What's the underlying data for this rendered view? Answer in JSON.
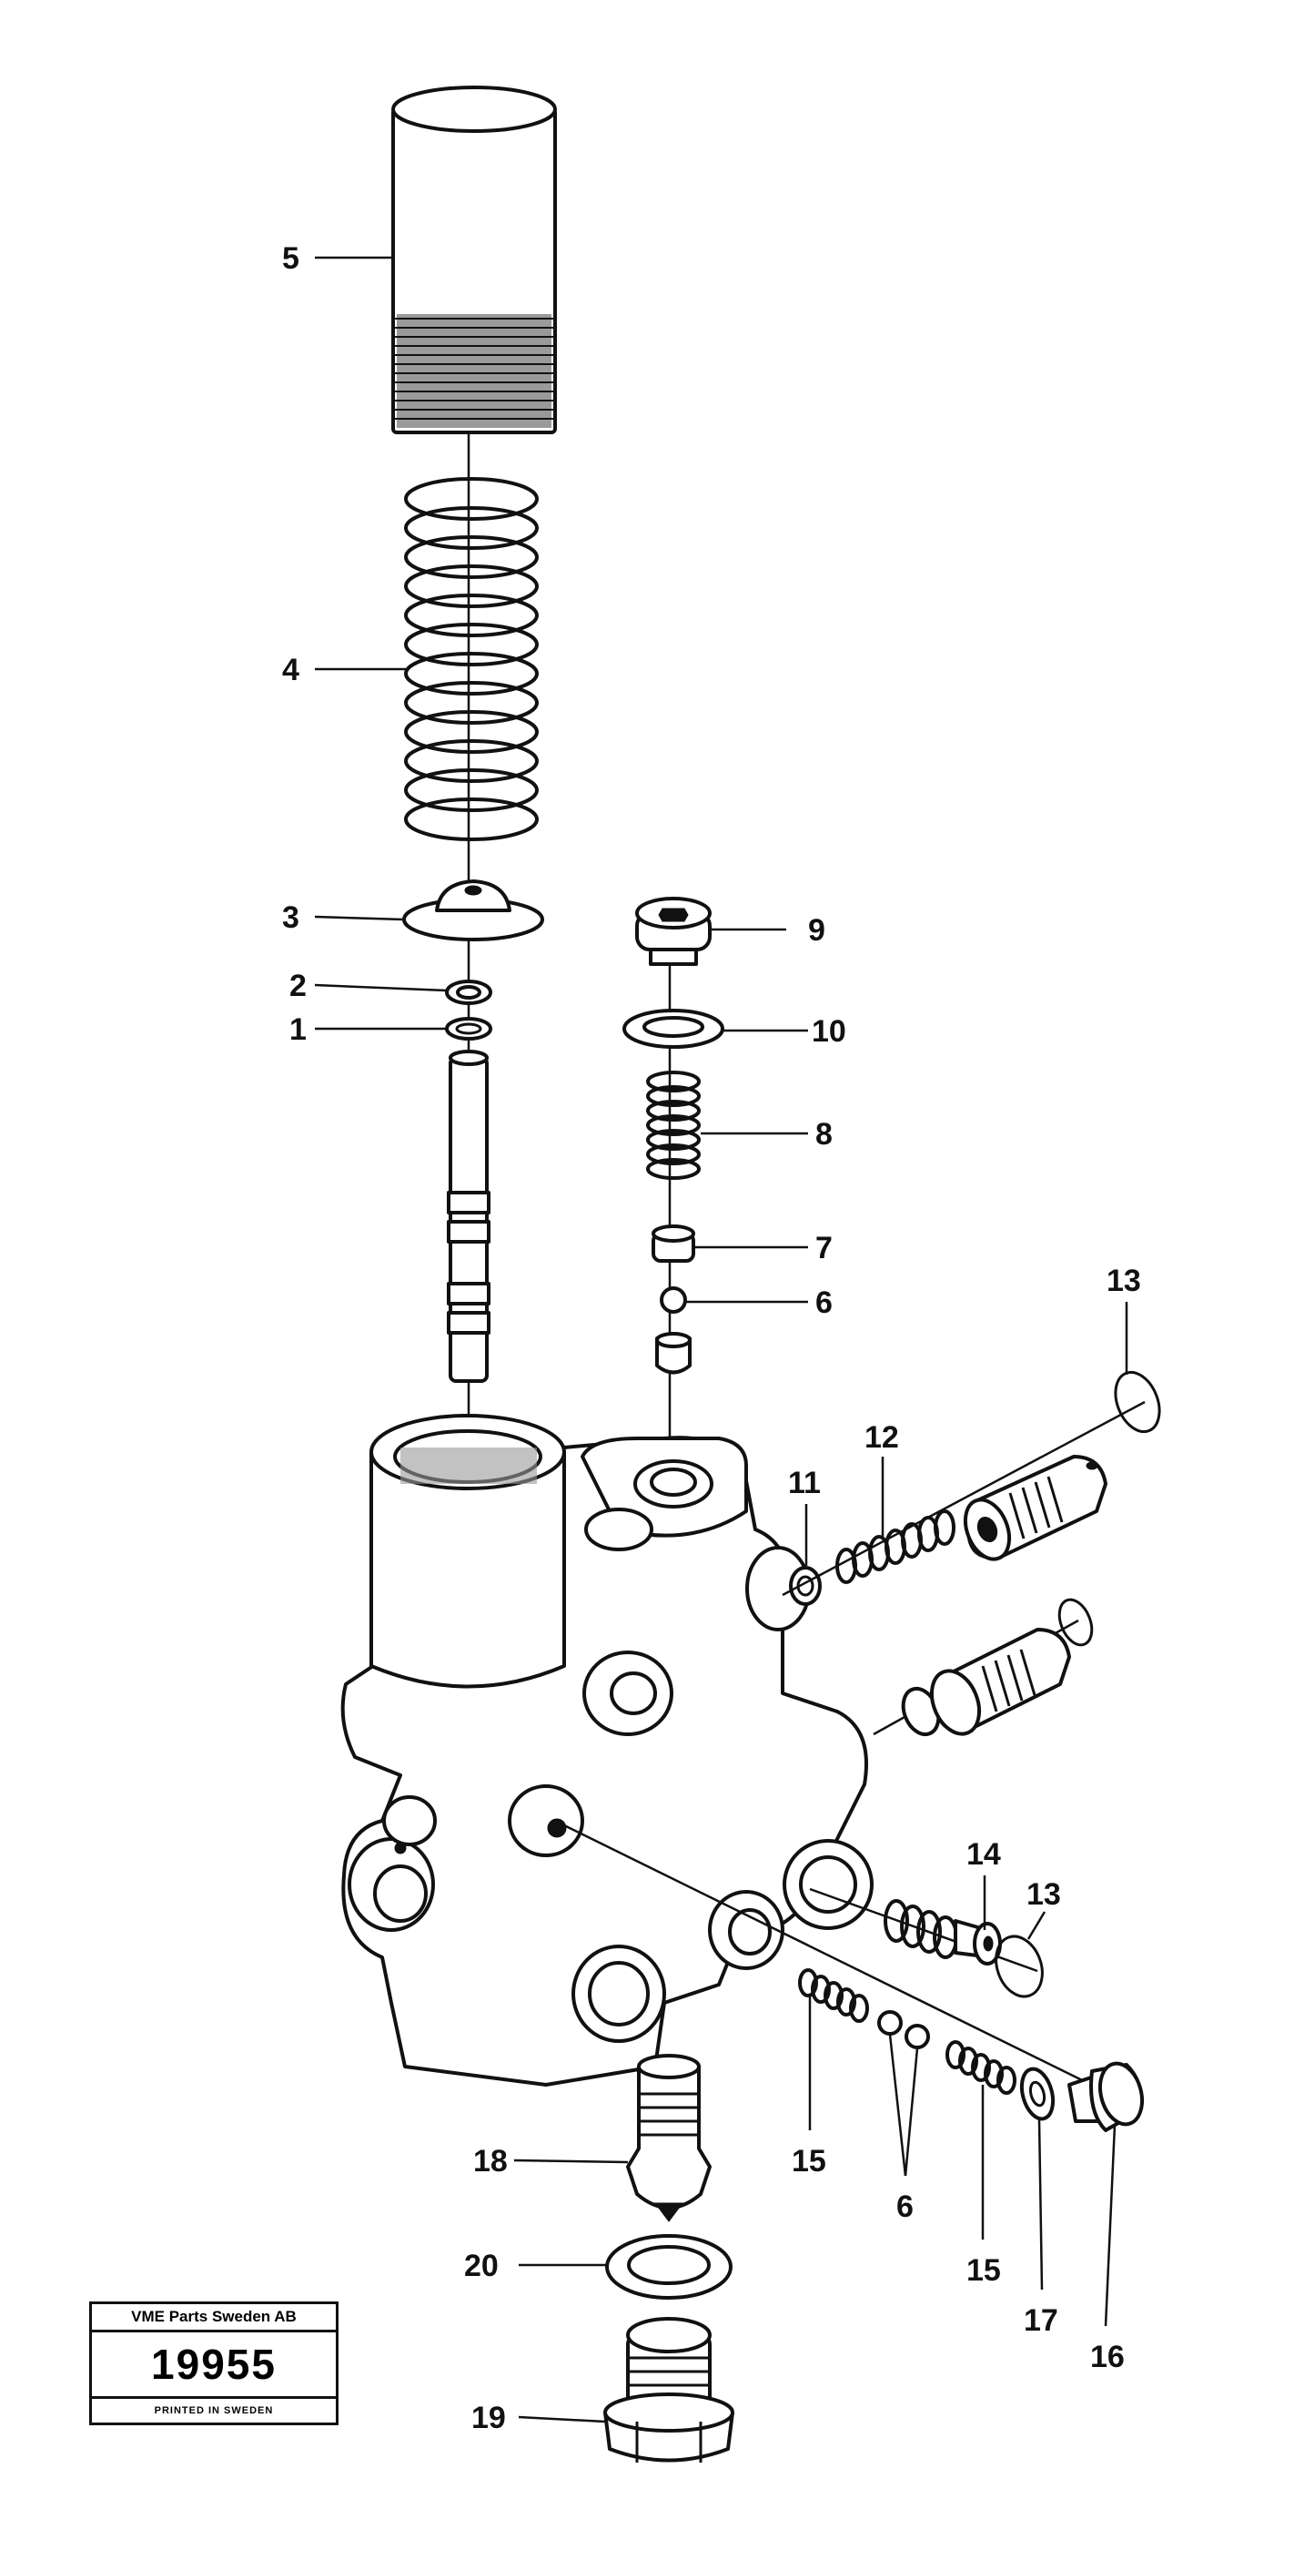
{
  "diagram": {
    "callouts": [
      {
        "id": "callout-5",
        "text": "5"
      },
      {
        "id": "callout-4",
        "text": "4"
      },
      {
        "id": "callout-3",
        "text": "3"
      },
      {
        "id": "callout-2",
        "text": "2"
      },
      {
        "id": "callout-1",
        "text": "1"
      },
      {
        "id": "callout-9",
        "text": "9"
      },
      {
        "id": "callout-10",
        "text": "10"
      },
      {
        "id": "callout-8",
        "text": "8"
      },
      {
        "id": "callout-7",
        "text": "7"
      },
      {
        "id": "callout-6-upper",
        "text": "6"
      },
      {
        "id": "callout-13-upper",
        "text": "13"
      },
      {
        "id": "callout-12",
        "text": "12"
      },
      {
        "id": "callout-11",
        "text": "11"
      },
      {
        "id": "callout-14",
        "text": "14"
      },
      {
        "id": "callout-13-lower",
        "text": "13"
      },
      {
        "id": "callout-18",
        "text": "18"
      },
      {
        "id": "callout-15-left",
        "text": "15"
      },
      {
        "id": "callout-6-lower",
        "text": "6"
      },
      {
        "id": "callout-15-right",
        "text": "15"
      },
      {
        "id": "callout-20",
        "text": "20"
      },
      {
        "id": "callout-17",
        "text": "17"
      },
      {
        "id": "callout-16",
        "text": "16"
      },
      {
        "id": "callout-19",
        "text": "19"
      }
    ]
  },
  "stamp": {
    "company": "VME Parts Sweden AB",
    "number": "19955",
    "printed": "PRINTED IN SWEDEN"
  }
}
